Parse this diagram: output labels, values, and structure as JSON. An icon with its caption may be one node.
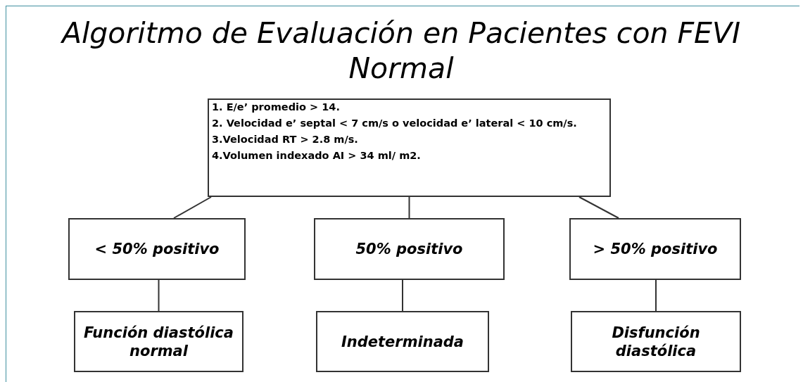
{
  "diagram": {
    "title": "Algoritmo de Evaluación en Pacientes con FEVI Normal",
    "nodes": [
      {
        "text": [
          "1. E/e’ promedio > 14.",
          "2. Velocidad e’ septal < 7 cm/s o velocidad e’ lateral < 10 cm/s.",
          "3.Velocidad RT > 2.8 m/s.",
          "4.Volumen indexado AI > 34 ml/ m2."
        ]
      },
      {
        "text": [
          "< 50% positivo"
        ]
      },
      {
        "text": [
          "50% positivo"
        ]
      },
      {
        "text": [
          "> 50% positivo"
        ]
      },
      {
        "text": [
          "Función diastólica normal"
        ]
      },
      {
        "text": [
          "Indeterminada"
        ]
      },
      {
        "text": [
          "Disfunción diastólica"
        ]
      }
    ],
    "edges": [
      {
        "from": 0,
        "to": 1,
        "arrow": "none"
      },
      {
        "from": 0,
        "to": 2,
        "arrow": "none"
      },
      {
        "from": 0,
        "to": 3,
        "arrow": "none"
      },
      {
        "from": 1,
        "to": 4,
        "arrow": "none"
      },
      {
        "from": 2,
        "to": 5,
        "arrow": "none"
      },
      {
        "from": 3,
        "to": 6,
        "arrow": "none"
      }
    ]
  }
}
